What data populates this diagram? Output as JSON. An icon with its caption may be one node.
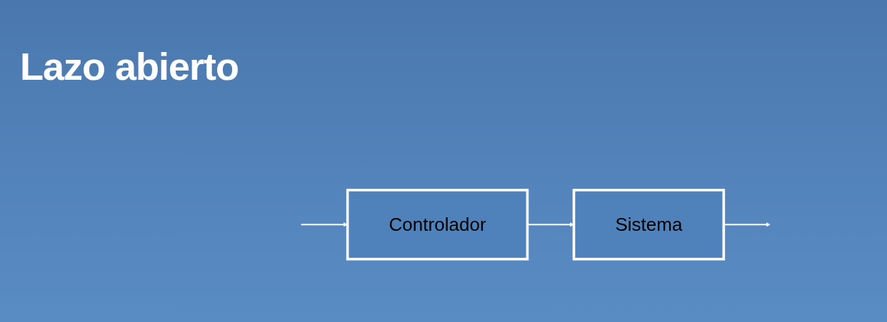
{
  "diagram": {
    "title": "Lazo abierto",
    "nodes": [
      {
        "text": [
          "Controlador"
        ]
      },
      {
        "text": [
          "Sistema"
        ]
      }
    ],
    "edges": [
      {
        "from": null,
        "to": 0,
        "arrow": "to"
      },
      {
        "from": 0,
        "to": 1,
        "arrow": "to"
      },
      {
        "from": 1,
        "to": null,
        "arrow": "to"
      }
    ]
  }
}
